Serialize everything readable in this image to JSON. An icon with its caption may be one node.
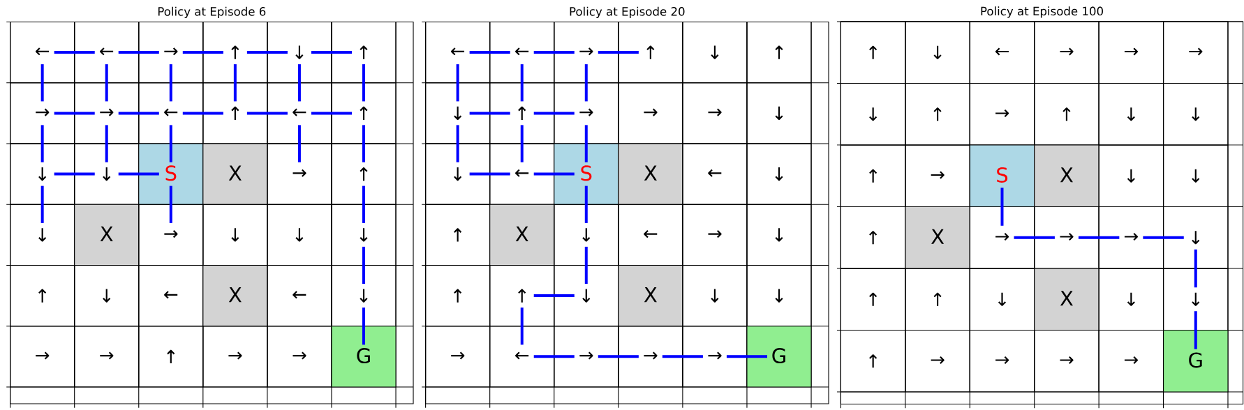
{
  "diagram": {
    "nodes": [
      {
        "text": [
          "Policy at Episode 6"
        ]
      },
      {
        "text": [
          "←"
        ],
        "in": 0
      },
      {
        "text": [
          "←"
        ],
        "in": 0
      },
      {
        "text": [
          "→"
        ],
        "in": 0
      },
      {
        "text": [
          "↑"
        ],
        "in": 0
      },
      {
        "text": [
          "↓"
        ],
        "in": 0
      },
      {
        "text": [
          "↑"
        ],
        "in": 0
      },
      {
        "text": [
          "→"
        ],
        "in": 0
      },
      {
        "text": [
          "→"
        ],
        "in": 0
      },
      {
        "text": [
          "←"
        ],
        "in": 0
      },
      {
        "text": [
          "↑"
        ],
        "in": 0
      },
      {
        "text": [
          "←"
        ],
        "in": 0
      },
      {
        "text": [
          "↑"
        ],
        "in": 0
      },
      {
        "text": [
          "↓"
        ],
        "in": 0
      },
      {
        "text": [
          "↓"
        ],
        "in": 0
      },
      {
        "text": [
          "S"
        ],
        "in": 0
      },
      {
        "text": [
          "X"
        ],
        "in": 0
      },
      {
        "text": [
          "→"
        ],
        "in": 0
      },
      {
        "text": [
          "↑"
        ],
        "in": 0
      },
      {
        "text": [
          "↓"
        ],
        "in": 0
      },
      {
        "text": [
          "X"
        ],
        "in": 0
      },
      {
        "text": [
          "→"
        ],
        "in": 0
      },
      {
        "text": [
          "↓"
        ],
        "in": 0
      },
      {
        "text": [
          "↓"
        ],
        "in": 0
      },
      {
        "text": [
          "↓"
        ],
        "in": 0
      },
      {
        "text": [
          "↑"
        ],
        "in": 0
      },
      {
        "text": [
          "↓"
        ],
        "in": 0
      },
      {
        "text": [
          "←"
        ],
        "in": 0
      },
      {
        "text": [
          "X"
        ],
        "in": 0
      },
      {
        "text": [
          "←"
        ],
        "in": 0
      },
      {
        "text": [
          "↓"
        ],
        "in": 0
      },
      {
        "text": [
          "→"
        ],
        "in": 0
      },
      {
        "text": [
          "→"
        ],
        "in": 0
      },
      {
        "text": [
          "↑"
        ],
        "in": 0
      },
      {
        "text": [
          "→"
        ],
        "in": 0
      },
      {
        "text": [
          "→"
        ],
        "in": 0
      },
      {
        "text": [
          "G"
        ],
        "in": 0
      },
      {
        "text": [
          "Policy at Episode 20"
        ]
      },
      {
        "text": [
          "←"
        ],
        "in": 37
      },
      {
        "text": [
          "←"
        ],
        "in": 37
      },
      {
        "text": [
          "→"
        ],
        "in": 37
      },
      {
        "text": [
          "↑"
        ],
        "in": 37
      },
      {
        "text": [
          "↓"
        ],
        "in": 37
      },
      {
        "text": [
          "↑"
        ],
        "in": 37
      },
      {
        "text": [
          "↓"
        ],
        "in": 37
      },
      {
        "text": [
          "↑"
        ],
        "in": 37
      },
      {
        "text": [
          "→"
        ],
        "in": 37
      },
      {
        "text": [
          "→"
        ],
        "in": 37
      },
      {
        "text": [
          "→"
        ],
        "in": 37
      },
      {
        "text": [
          "↓"
        ],
        "in": 37
      },
      {
        "text": [
          "↓"
        ],
        "in": 37
      },
      {
        "text": [
          "←"
        ],
        "in": 37
      },
      {
        "text": [
          "S"
        ],
        "in": 37
      },
      {
        "text": [
          "X"
        ],
        "in": 37
      },
      {
        "text": [
          "←"
        ],
        "in": 37
      },
      {
        "text": [
          "↓"
        ],
        "in": 37
      },
      {
        "text": [
          "↑"
        ],
        "in": 37
      },
      {
        "text": [
          "X"
        ],
        "in": 37
      },
      {
        "text": [
          "↓"
        ],
        "in": 37
      },
      {
        "text": [
          "←"
        ],
        "in": 37
      },
      {
        "text": [
          "→"
        ],
        "in": 37
      },
      {
        "text": [
          "↓"
        ],
        "in": 37
      },
      {
        "text": [
          "↑"
        ],
        "in": 37
      },
      {
        "text": [
          "↑"
        ],
        "in": 37
      },
      {
        "text": [
          "↓"
        ],
        "in": 37
      },
      {
        "text": [
          "X"
        ],
        "in": 37
      },
      {
        "text": [
          "↓"
        ],
        "in": 37
      },
      {
        "text": [
          "↓"
        ],
        "in": 37
      },
      {
        "text": [
          "→"
        ],
        "in": 37
      },
      {
        "text": [
          "←"
        ],
        "in": 37
      },
      {
        "text": [
          "→"
        ],
        "in": 37
      },
      {
        "text": [
          "→"
        ],
        "in": 37
      },
      {
        "text": [
          "→"
        ],
        "in": 37
      },
      {
        "text": [
          "G"
        ],
        "in": 37
      },
      {
        "text": [
          "Policy at Episode 100"
        ]
      },
      {
        "text": [
          "↑"
        ],
        "in": 74
      },
      {
        "text": [
          "↓"
        ],
        "in": 74
      },
      {
        "text": [
          "←"
        ],
        "in": 74
      },
      {
        "text": [
          "→"
        ],
        "in": 74
      },
      {
        "text": [
          "→"
        ],
        "in": 74
      },
      {
        "text": [
          "→"
        ],
        "in": 74
      },
      {
        "text": [
          "↓"
        ],
        "in": 74
      },
      {
        "text": [
          "↑"
        ],
        "in": 74
      },
      {
        "text": [
          "→"
        ],
        "in": 74
      },
      {
        "text": [
          "↑"
        ],
        "in": 74
      },
      {
        "text": [
          "↓"
        ],
        "in": 74
      },
      {
        "text": [
          "↓"
        ],
        "in": 74
      },
      {
        "text": [
          "↑"
        ],
        "in": 74
      },
      {
        "text": [
          "→"
        ],
        "in": 74
      },
      {
        "text": [
          "S"
        ],
        "in": 74
      },
      {
        "text": [
          "X"
        ],
        "in": 74
      },
      {
        "text": [
          "↓"
        ],
        "in": 74
      },
      {
        "text": [
          "↓"
        ],
        "in": 74
      },
      {
        "text": [
          "↑"
        ],
        "in": 74
      },
      {
        "text": [
          "X"
        ],
        "in": 74
      },
      {
        "text": [
          "→"
        ],
        "in": 74
      },
      {
        "text": [
          "→"
        ],
        "in": 74
      },
      {
        "text": [
          "→"
        ],
        "in": 74
      },
      {
        "text": [
          "↓"
        ],
        "in": 74
      },
      {
        "text": [
          "↑"
        ],
        "in": 74
      },
      {
        "text": [
          "↑"
        ],
        "in": 74
      },
      {
        "text": [
          "↓"
        ],
        "in": 74
      },
      {
        "text": [
          "X"
        ],
        "in": 74
      },
      {
        "text": [
          "↓"
        ],
        "in": 74
      },
      {
        "text": [
          "↓"
        ],
        "in": 74
      },
      {
        "text": [
          "↑"
        ],
        "in": 74
      },
      {
        "text": [
          "→"
        ],
        "in": 74
      },
      {
        "text": [
          "→"
        ],
        "in": 74
      },
      {
        "text": [
          "→"
        ],
        "in": 74
      },
      {
        "text": [
          "→"
        ],
        "in": 74
      },
      {
        "text": [
          "G"
        ],
        "in": 74
      }
    ],
    "edges": [
      {
        "from": 1,
        "to": 2,
        "arrow": "none"
      },
      {
        "from": 2,
        "to": 3,
        "arrow": "none"
      },
      {
        "from": 3,
        "to": 4,
        "arrow": "none"
      },
      {
        "from": 4,
        "to": 5,
        "arrow": "none"
      },
      {
        "from": 5,
        "to": 6,
        "arrow": "none"
      },
      {
        "from": 7,
        "to": 8,
        "arrow": "none"
      },
      {
        "from": 8,
        "to": 9,
        "arrow": "none"
      },
      {
        "from": 9,
        "to": 10,
        "arrow": "none"
      },
      {
        "from": 10,
        "to": 11,
        "arrow": "none"
      },
      {
        "from": 11,
        "to": 12,
        "arrow": "none"
      },
      {
        "from": 13,
        "to": 14,
        "arrow": "none"
      },
      {
        "from": 14,
        "to": 15,
        "arrow": "none"
      },
      {
        "from": 1,
        "to": 7,
        "arrow": "none"
      },
      {
        "from": 7,
        "to": 13,
        "arrow": "none"
      },
      {
        "from": 13,
        "to": 19,
        "arrow": "none"
      },
      {
        "from": 2,
        "to": 8,
        "arrow": "none"
      },
      {
        "from": 8,
        "to": 14,
        "arrow": "none"
      },
      {
        "from": 3,
        "to": 9,
        "arrow": "none"
      },
      {
        "from": 9,
        "to": 15,
        "arrow": "none"
      },
      {
        "from": 15,
        "to": 21,
        "arrow": "none"
      },
      {
        "from": 4,
        "to": 10,
        "arrow": "none"
      },
      {
        "from": 5,
        "to": 11,
        "arrow": "none"
      },
      {
        "from": 11,
        "to": 17,
        "arrow": "none"
      },
      {
        "from": 6,
        "to": 12,
        "arrow": "none"
      },
      {
        "from": 12,
        "to": 18,
        "arrow": "none"
      },
      {
        "from": 18,
        "to": 24,
        "arrow": "none"
      },
      {
        "from": 24,
        "to": 30,
        "arrow": "none"
      },
      {
        "from": 30,
        "to": 36,
        "arrow": "none"
      },
      {
        "from": 38,
        "to": 39,
        "arrow": "none"
      },
      {
        "from": 39,
        "to": 40,
        "arrow": "none"
      },
      {
        "from": 40,
        "to": 41,
        "arrow": "none"
      },
      {
        "from": 38,
        "to": 44,
        "arrow": "none"
      },
      {
        "from": 44,
        "to": 50,
        "arrow": "none"
      },
      {
        "from": 39,
        "to": 45,
        "arrow": "none"
      },
      {
        "from": 45,
        "to": 51,
        "arrow": "none"
      },
      {
        "from": 40,
        "to": 46,
        "arrow": "none"
      },
      {
        "from": 46,
        "to": 52,
        "arrow": "none"
      },
      {
        "from": 52,
        "to": 58,
        "arrow": "none"
      },
      {
        "from": 58,
        "to": 64,
        "arrow": "none"
      },
      {
        "from": 44,
        "to": 45,
        "arrow": "none"
      },
      {
        "from": 45,
        "to": 46,
        "arrow": "none"
      },
      {
        "from": 50,
        "to": 51,
        "arrow": "none"
      },
      {
        "from": 51,
        "to": 52,
        "arrow": "none"
      },
      {
        "from": 63,
        "to": 64,
        "arrow": "none"
      },
      {
        "from": 63,
        "to": 69,
        "arrow": "none"
      },
      {
        "from": 69,
        "to": 70,
        "arrow": "none"
      },
      {
        "from": 70,
        "to": 71,
        "arrow": "none"
      },
      {
        "from": 71,
        "to": 72,
        "arrow": "none"
      },
      {
        "from": 72,
        "to": 73,
        "arrow": "none"
      },
      {
        "from": 89,
        "to": 95,
        "arrow": "none"
      },
      {
        "from": 95,
        "to": 96,
        "arrow": "none"
      },
      {
        "from": 96,
        "to": 97,
        "arrow": "none"
      },
      {
        "from": 97,
        "to": 98,
        "arrow": "none"
      },
      {
        "from": 98,
        "to": 104,
        "arrow": "none"
      },
      {
        "from": 104,
        "to": 110,
        "arrow": "none"
      }
    ]
  }
}
